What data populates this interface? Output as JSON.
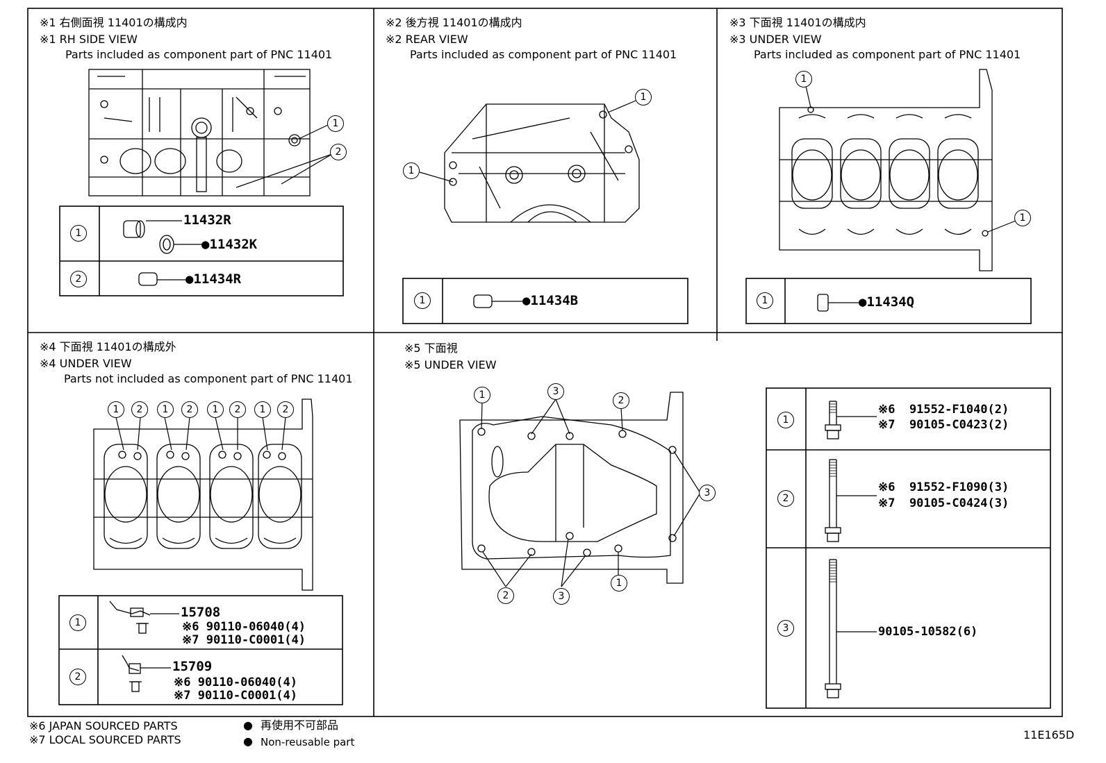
{
  "panels": {
    "p1": {
      "title_ja": "※1 右側面視 11401の構成内",
      "title_en": "※1 RH SIDE VIEW",
      "subtitle": "Parts included as component part of PNC 11401",
      "rows": [
        {
          "no": "1",
          "parts": [
            "11432R",
            "●11432K"
          ]
        },
        {
          "no": "2",
          "parts": [
            "●11434R"
          ]
        }
      ]
    },
    "p2": {
      "title_ja": "※2 後方視 11401の構成内",
      "title_en": "※2 REAR VIEW",
      "subtitle": "Parts included as component part of PNC 11401",
      "rows": [
        {
          "no": "1",
          "parts": [
            "●11434B"
          ]
        }
      ]
    },
    "p3": {
      "title_ja": "※3 下面視 11401の構成内",
      "title_en": "※3 UNDER VIEW",
      "subtitle": "Parts included as component part of PNC 11401",
      "rows": [
        {
          "no": "1",
          "parts": [
            "●11434Q"
          ]
        }
      ]
    },
    "p4": {
      "title_ja": "※4 下面視 11401の構成外",
      "title_en": "※4 UNDER VIEW",
      "subtitle": "Parts not included as component part of PNC 11401",
      "rows": [
        {
          "no": "1",
          "part": "15708",
          "sub": [
            "※6 90110-06040(4)",
            "※7 90110-C0001(4)"
          ]
        },
        {
          "no": "2",
          "part": "15709",
          "sub": [
            "※6 90110-06040(4)",
            "※7 90110-C0001(4)"
          ]
        }
      ]
    },
    "p5": {
      "title_ja": "※5 下面視",
      "title_en": "※5 UNDER VIEW",
      "rows": [
        {
          "no": "1",
          "parts": [
            "※6  91552-F1040(2)",
            "※7  90105-C0423(2)"
          ]
        },
        {
          "no": "2",
          "parts": [
            "※6  91552-F1090(3)",
            "※7  90105-C0424(3)"
          ]
        },
        {
          "no": "3",
          "parts": [
            "90105-10582(6)"
          ]
        }
      ]
    }
  },
  "callouts": {
    "one": "1",
    "two": "2",
    "three": "3"
  },
  "footer": {
    "japan": "※6 JAPAN SOURCED PARTS",
    "local": "※7 LOCAL SOURCED PARTS",
    "nonreuse_ja": "再使用不可部品",
    "nonreuse_en": "Non-reusable part",
    "bullet": "●"
  },
  "drawing_code": "11E165D"
}
